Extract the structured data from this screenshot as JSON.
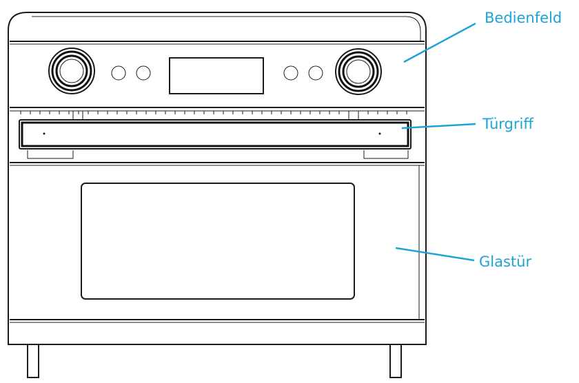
{
  "colors": {
    "callout": "#1ea3d8",
    "line_art": "#1a1a1a",
    "background": "#ffffff"
  },
  "callouts": {
    "control_panel": "Bedienfeld",
    "door_handle": "Türgriff",
    "glass_door": "Glastür"
  },
  "icons": [
    "left-knob-icon",
    "right-knob-icon",
    "display-icon",
    "button-icon"
  ]
}
